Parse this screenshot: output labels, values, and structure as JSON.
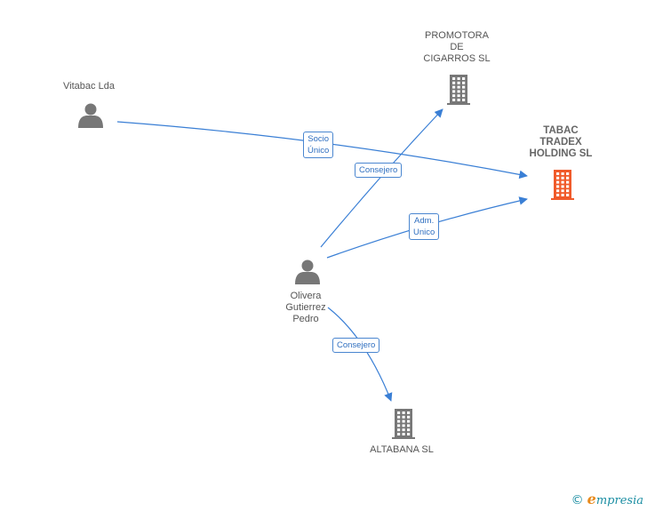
{
  "colors": {
    "edge": "#3a7fd5",
    "person": "#777777",
    "company": "#777777",
    "main_company": "#f05a2a",
    "brand_teal": "#1b8ea3",
    "brand_orange": "#e88a1c"
  },
  "nodes": {
    "vitabac": {
      "type": "person",
      "label": [
        "Vitabac Lda"
      ]
    },
    "olivera": {
      "type": "person",
      "label": [
        "Olivera",
        "Gutierrez",
        "Pedro"
      ]
    },
    "promotora": {
      "type": "company",
      "label": [
        "PROMOTORA",
        "DE",
        "CIGARROS SL"
      ]
    },
    "tabac": {
      "type": "main-company",
      "label": [
        "TABAC",
        "TRADEX",
        "HOLDING  SL"
      ]
    },
    "altabana": {
      "type": "company",
      "label": [
        "ALTABANA SL"
      ]
    }
  },
  "edges": [
    {
      "id": "vitabac-tabac",
      "from": "vitabac",
      "to": "tabac",
      "label": [
        "Socio",
        "Único"
      ]
    },
    {
      "id": "olivera-promotora",
      "from": "olivera",
      "to": "promotora",
      "label": [
        "Consejero"
      ]
    },
    {
      "id": "olivera-tabac",
      "from": "olivera",
      "to": "tabac",
      "label": [
        "Adm.",
        "Unico"
      ]
    },
    {
      "id": "olivera-altabana",
      "from": "olivera",
      "to": "altabana",
      "label": [
        "Consejero"
      ]
    }
  ],
  "brand": {
    "copyright": "©",
    "e": "e",
    "name": "mpresia"
  }
}
